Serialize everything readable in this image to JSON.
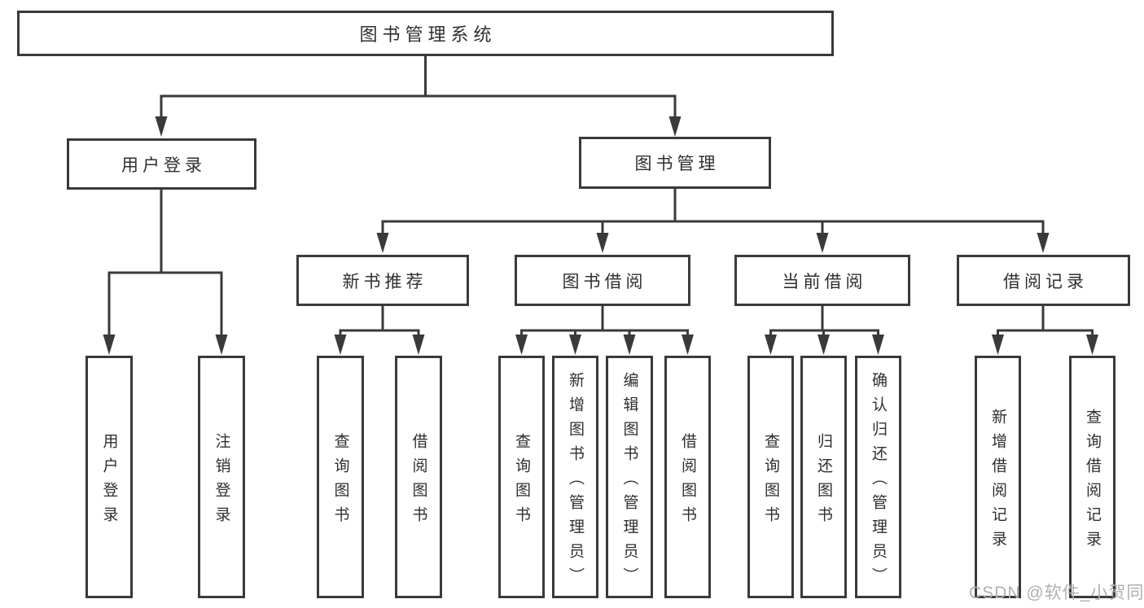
{
  "colors": {
    "line": "#3a3a3a",
    "text": "#2f2f2f",
    "box-bg": "#ffffff",
    "watermark": "#b0b0b0",
    "bg": "#ffffff"
  },
  "watermark": "CSDN @软件_小贺同学",
  "tree": {
    "root": {
      "label": "图书管理系统"
    },
    "user_login": {
      "label": "用户登录"
    },
    "book_mgmt": {
      "label": "图书管理"
    },
    "new_book_rec": {
      "label": "新书推荐"
    },
    "book_borrow": {
      "label": "图书借阅"
    },
    "current_borrow": {
      "label": "当前借阅"
    },
    "borrow_record": {
      "label": "借阅记录"
    },
    "leaves": {
      "user_login_leaf": {
        "label": "用户登录"
      },
      "logout": {
        "label": "注销登录"
      },
      "rec_query_books": {
        "label": "查询图书"
      },
      "rec_borrow_books": {
        "label": "借阅图书"
      },
      "bb_query_books": {
        "label": "查询图书"
      },
      "bb_add_books": {
        "label": "新增图书（管理员）"
      },
      "bb_edit_books": {
        "label": "编辑图书（管理员）"
      },
      "bb_borrow_books": {
        "label": "借阅图书"
      },
      "cb_query_books": {
        "label": "查询图书"
      },
      "cb_return_books": {
        "label": "归还图书"
      },
      "cb_confirm_return": {
        "label": "确认归还（管理员）"
      },
      "br_add_record": {
        "label": "新增借阅记录"
      },
      "br_query_record": {
        "label": "查询借阅记录"
      }
    }
  }
}
